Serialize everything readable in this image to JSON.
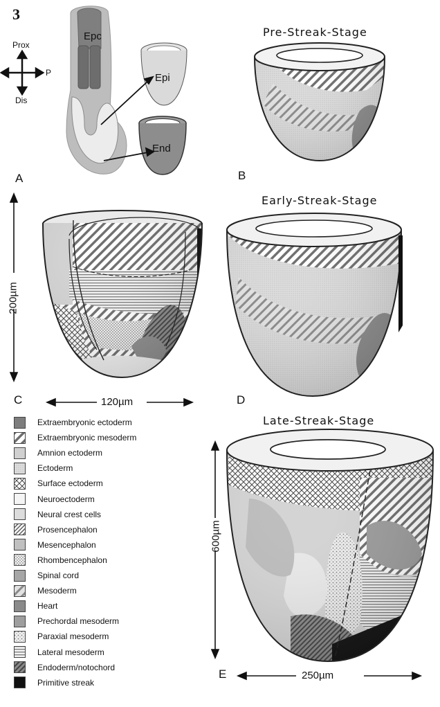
{
  "figure_number": "3",
  "orientation": {
    "prox": "Prox",
    "dis": "Dis",
    "p": "P"
  },
  "panel_a": {
    "letter": "A",
    "labels": {
      "epc": "Epc",
      "epi": "Epi",
      "end": "End"
    }
  },
  "panel_b": {
    "letter": "B",
    "title": "Pre-Streak-Stage"
  },
  "panel_c": {
    "letter": "C",
    "height_label": "200µm",
    "width_label": "120µm"
  },
  "panel_d": {
    "letter": "D",
    "title": "Early-Streak-Stage"
  },
  "panel_e": {
    "letter": "E",
    "title": "Late-Streak-Stage",
    "height_label": "600µm",
    "width_label": "250µm"
  },
  "legend": [
    {
      "label": "Extraembryonic  ectoderm",
      "pattern": "solid-dark"
    },
    {
      "label": "Extraembryonic  mesoderm",
      "pattern": "diag-wide"
    },
    {
      "label": "Amnion ectoderm",
      "pattern": "solid-light"
    },
    {
      "label": "Ectoderm",
      "pattern": "stipple"
    },
    {
      "label": "Surface  ectoderm",
      "pattern": "crosshatch"
    },
    {
      "label": "Neuroectoderm",
      "pattern": "solid-white"
    },
    {
      "label": "Neural crest cells",
      "pattern": "solid-pale"
    },
    {
      "label": "Prosencephalon",
      "pattern": "diag-fine"
    },
    {
      "label": "Mesencephalon",
      "pattern": "solid-mid"
    },
    {
      "label": "Rhombencephalon",
      "pattern": "dots"
    },
    {
      "label": "Spinal cord",
      "pattern": "solid-midgrey"
    },
    {
      "label": "Mesoderm",
      "pattern": "diag-wide-light"
    },
    {
      "label": "Heart",
      "pattern": "solid-darker"
    },
    {
      "label": "Prechordal  mesoderm",
      "pattern": "solid-grey"
    },
    {
      "label": "Paraxial  mesoderm",
      "pattern": "dots-sparse"
    },
    {
      "label": "Lateral  mesoderm",
      "pattern": "horiz"
    },
    {
      "label": "Endoderm/notochord",
      "pattern": "diag-dark"
    },
    {
      "label": "Primitive   streak",
      "pattern": "solid-black"
    }
  ],
  "colors": {
    "light_grey": "#d6d6d6",
    "mid_grey": "#a8a8a8",
    "dark_grey": "#7d7d7d",
    "black": "#111111"
  }
}
